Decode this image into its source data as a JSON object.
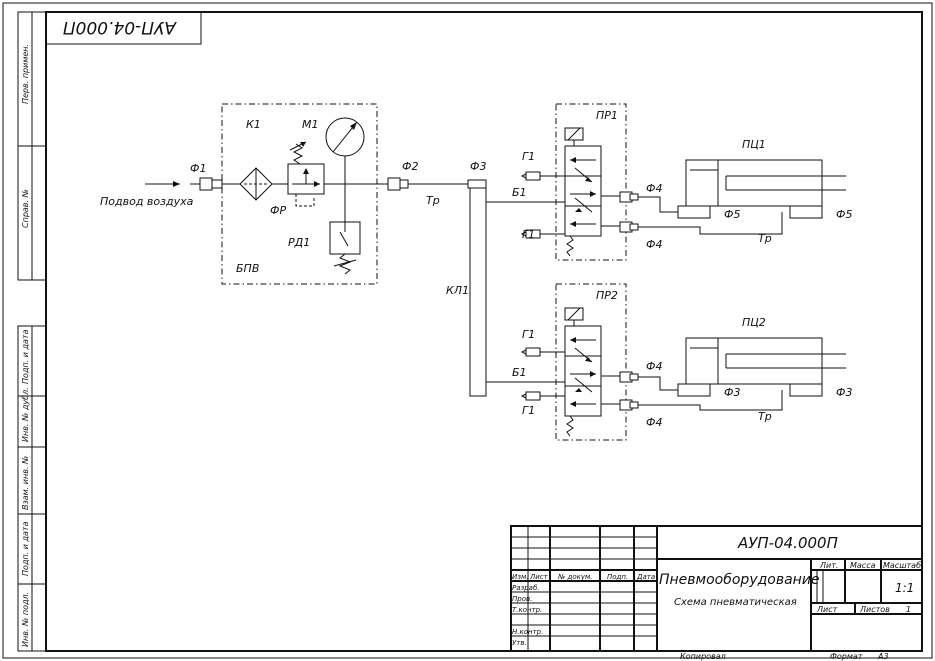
{
  "sheet": {
    "mirrored_code": "АУП-04.000П",
    "format_label": "Формат",
    "format_value": "А3",
    "copied_label": "Копировал"
  },
  "left_strip": {
    "perv_primen": "Перв. примен.",
    "sprav_no": "Справ. №",
    "podp_data_1": "Подп. и дата",
    "inv_dubl": "Инв. № дубл.",
    "vzam_inv": "Взам. инв. №",
    "podp_data_2": "Подп. и дата",
    "inv_podl": "Инв. № подл."
  },
  "diagram": {
    "inlet_label": "Подвод воздуха",
    "f1": "Ф1",
    "k1": "К1",
    "m1": "М1",
    "fr": "ФР",
    "rd1": "РД1",
    "bpv": "БПВ",
    "f2": "Ф2",
    "tr_main": "Тр",
    "f3_main": "Ф3",
    "kl1": "КЛ1",
    "pr1": "ПР1",
    "pr2": "ПР2",
    "g1_a": "Г1",
    "g1_b": "Г1",
    "g1_c": "Г1",
    "g1_d": "Г1",
    "b1_a": "Б1",
    "b1_b": "Б1",
    "f4_a": "Ф4",
    "f4_b": "Ф4",
    "f4_c": "Ф4",
    "f4_d": "Ф4",
    "pc1": "ПЦ1",
    "pc2": "ПЦ2",
    "f5_a": "Ф5",
    "f5_b": "Ф5",
    "tr_1": "Тр",
    "tr_2": "Тр",
    "f3_a": "Ф3",
    "f3_b": "Ф3"
  },
  "title_block": {
    "doc_code": "АУП-04.000П",
    "title_main": "Пневмооборудование",
    "title_sub": "Схема пневматическая",
    "col_izm": "Изм.",
    "col_list": "Лист",
    "col_docum": "№ докум.",
    "col_podp": "Подп.",
    "col_data": "Дата",
    "row_razrab": "Разраб.",
    "row_prov": "Пров.",
    "row_tkontr": "Т.контр.",
    "row_nkontr": "Н.контр.",
    "row_utv": "Утв.",
    "lit_label": "Лит.",
    "massa_label": "Масса",
    "masshtab_label": "Масштаб",
    "masshtab_value": "1:1",
    "list_label": "Лист",
    "listov_label": "Листов",
    "listov_value": "1"
  }
}
